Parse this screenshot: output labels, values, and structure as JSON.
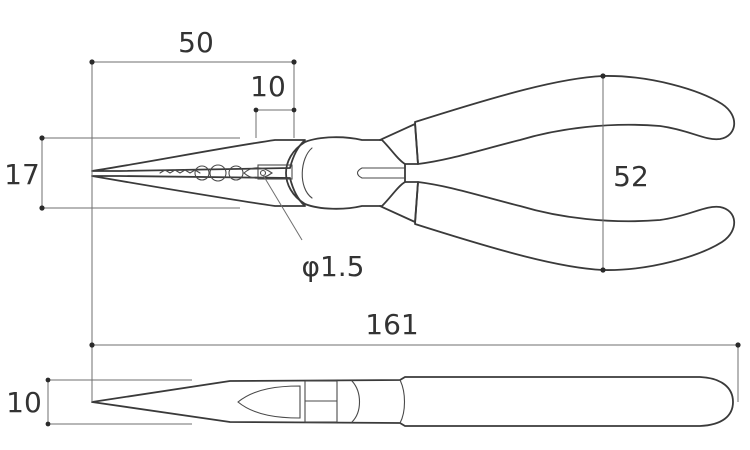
{
  "dimensions": {
    "jaw_length": "50",
    "tip_section": "10",
    "head_width": "17",
    "handle_span": "52",
    "hole_diameter": "φ1.5",
    "overall_length": "161",
    "thickness": "10"
  },
  "colors": {
    "outline": "#3a3a3a",
    "dimension_line": "#6f6f6f",
    "text": "#333333"
  }
}
